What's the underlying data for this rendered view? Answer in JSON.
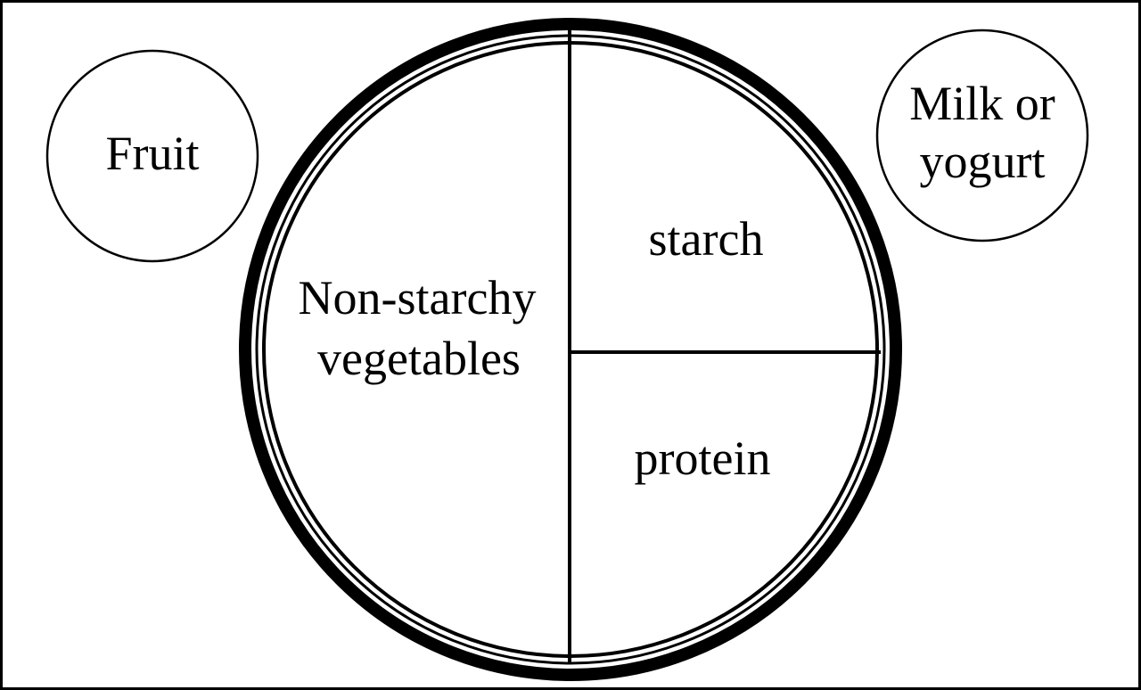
{
  "diagram": {
    "plate": {
      "half_left_label": {
        "line1": "Non-starchy",
        "line2": "vegetables"
      },
      "quarter_top_right_label": "starch",
      "quarter_bottom_right_label": "protein"
    },
    "side_left_label": "Fruit",
    "side_right_label": {
      "line1": "Milk or",
      "line2": "yogurt"
    }
  },
  "colors": {
    "ink": "#000000",
    "background": "#ffffff"
  }
}
